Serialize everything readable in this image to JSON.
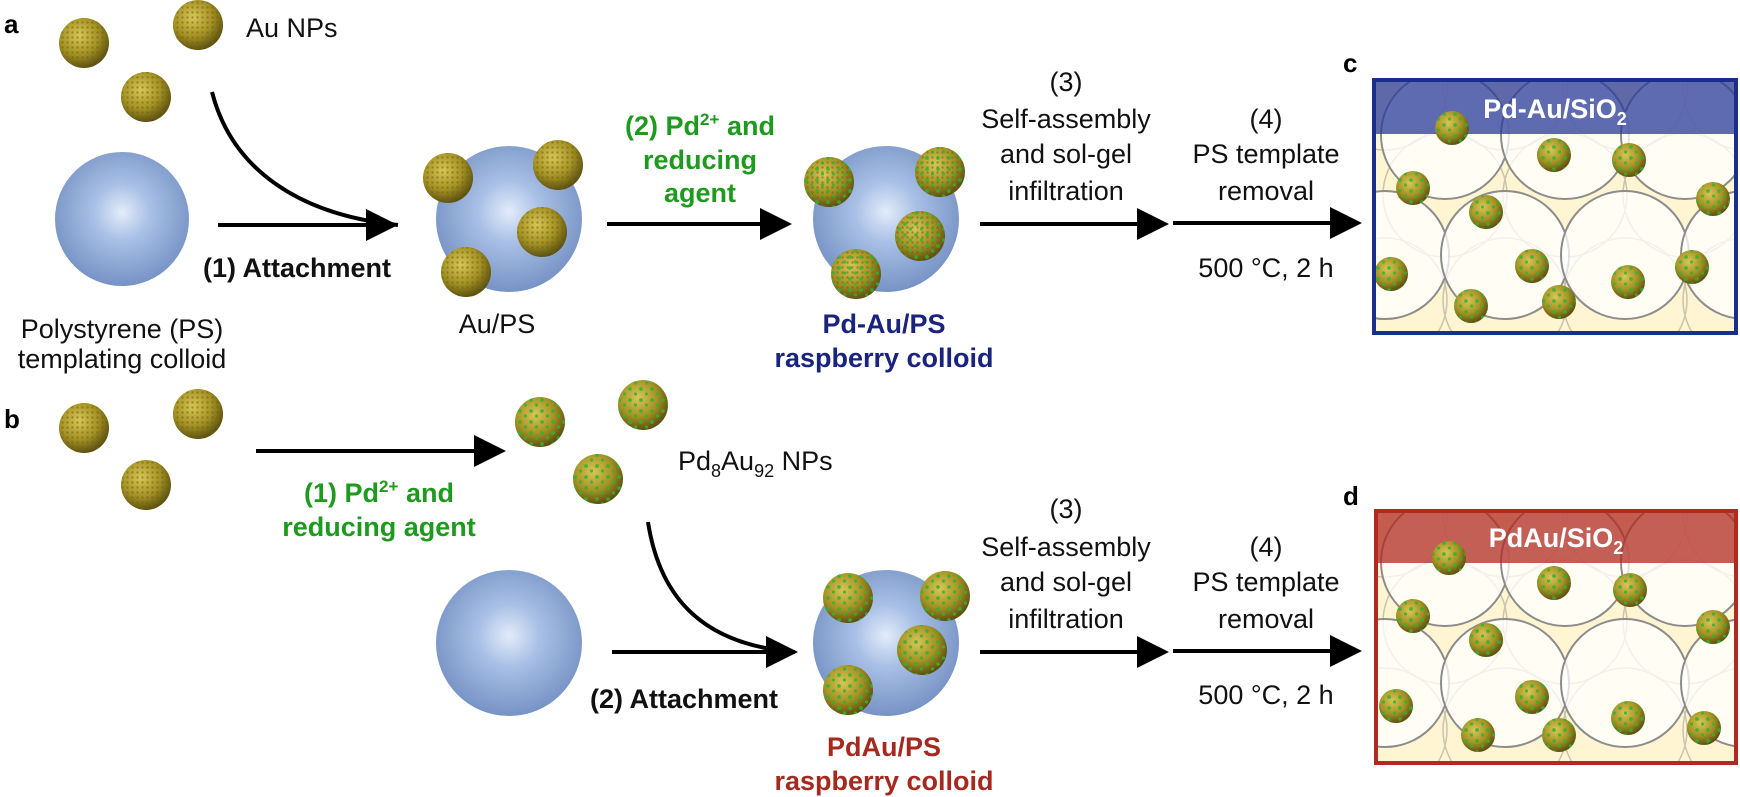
{
  "colors": {
    "green_text": "#1e9a1e",
    "blue_text": "#1a237e",
    "red_text": "#a5291f",
    "blue_frame": "#1a2f8c",
    "red_frame": "#b02a22",
    "sphere": "#8fa9d6",
    "gold": "#9a8820",
    "pd_dot": "#2fae2f",
    "silica": "#fff5d2"
  },
  "panel_a": {
    "letter": "a",
    "au_nps_label": "Au NPs",
    "ps_label_line1": "Polystyrene (PS)",
    "ps_label_line2": "templating colloid",
    "step1": "(1) Attachment",
    "au_ps_label": "Au/PS",
    "step2_line1_prefix": "(2) Pd",
    "step2_line1_sup": "2+",
    "step2_line1_suffix": " and",
    "step2_line2": "reducing",
    "step2_line3": "agent",
    "product_line1": "Pd-Au/PS",
    "product_line2": "raspberry colloid",
    "step3_num": "(3)",
    "step3_line1": "Self-assembly",
    "step3_line2": "and sol-gel",
    "step3_line3": "infiltration",
    "step4_num": "(4)",
    "step4_line1": "PS template",
    "step4_line2": "removal",
    "step4_condition": "500 °C, 2 h"
  },
  "panel_c": {
    "letter": "c",
    "title_main": "Pd-Au/SiO",
    "title_sub": "2"
  },
  "panel_b": {
    "letter": "b",
    "step1_line1_prefix": "(1) Pd",
    "step1_line1_sup": "2+",
    "step1_line1_suffix": " and",
    "step1_line2": "reducing agent",
    "np_label_pd": "Pd",
    "np_label_pd_sub": "8",
    "np_label_au": "Au",
    "np_label_au_sub": "92",
    "np_label_suffix": " NPs",
    "step2": "(2) Attachment",
    "product_line1": "PdAu/PS",
    "product_line2": "raspberry colloid",
    "step3_num": "(3)",
    "step3_line1": "Self-assembly",
    "step3_line2": "and sol-gel",
    "step3_line3": "infiltration",
    "step4_num": "(4)",
    "step4_line1": "PS template",
    "step4_line2": "removal",
    "step4_condition": "500 °C, 2 h"
  },
  "panel_d": {
    "letter": "d",
    "title_main": "PdAu/SiO",
    "title_sub": "2"
  }
}
